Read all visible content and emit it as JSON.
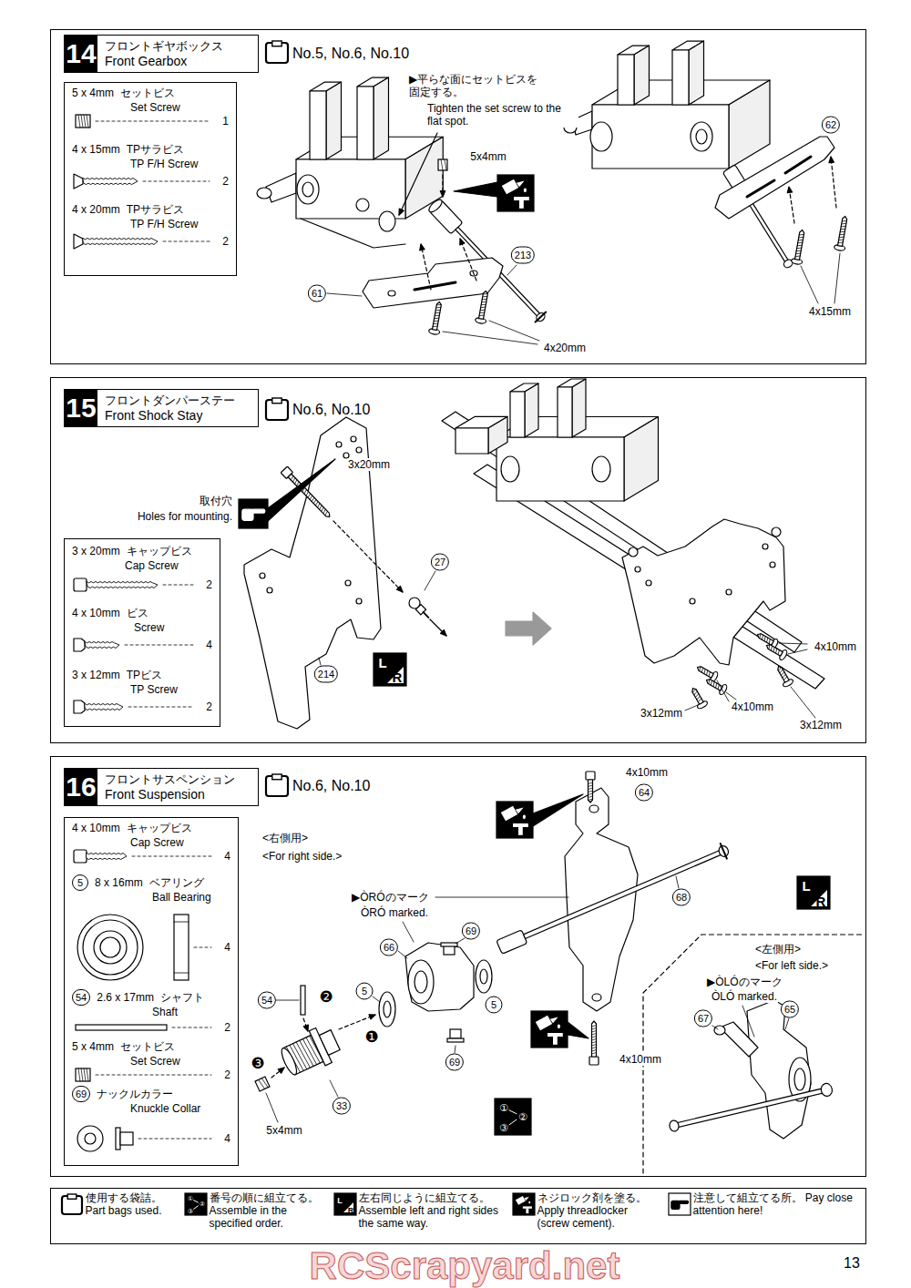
{
  "diagram": {
    "nodes": [
      {
        "text": [
          "No.5, No.6, No.10"
        ]
      },
      {
        "text": [
          "14",
          "フロントギヤボックス",
          "Front Gearbox"
        ],
        "in": 0
      },
      {
        "text": [
          "5 x 4mm",
          "セットビス",
          "Set Screw",
          "1",
          "4 x 15mm",
          "TPサラビス",
          "TP F/H Screw",
          "2",
          "4 x 20mm",
          "TPサラビス",
          "TP F/H Screw",
          "2"
        ],
        "in": 0
      },
      {
        "text": [
          "No.6, No.10"
        ]
      },
      {
        "text": [
          "15",
          "フロントダンパーステー",
          "Front Shock Stay"
        ],
        "in": 3
      },
      {
        "text": [
          "3 x 20mm",
          "キャップビス",
          "Cap Screw",
          "2",
          "4 x 10mm",
          "ビス",
          "Screw",
          "4",
          "3 x 12mm",
          "TPビス",
          "TP Screw",
          "2"
        ],
        "in": 3
      },
      {
        "text": [
          "No.6, No.10"
        ]
      },
      {
        "text": [
          "16",
          "フロントサスペンション",
          "Front Suspension"
        ],
        "in": 6
      },
      {
        "text": [
          "4 x 10mm",
          "キャップビス",
          "Cap Screw",
          "4",
          "5",
          "8 x 16mm",
          "ベアリング",
          "Ball Bearing",
          "4",
          "54",
          "2.6 x 17mm",
          "シャフト",
          "Shaft",
          "2",
          "5 x 4mm",
          "セットビス",
          "Set Screw",
          "2",
          "69",
          "ナックルカラー",
          "Knuckle Collar",
          "4"
        ],
        "in": 6
      }
    ],
    "labels": [
      "▶平らな面にセットビスを 固定する。",
      "Tighten the set screw to the flat spot.",
      "5x4mm",
      "213",
      "61",
      "4x20mm",
      "62",
      "4x15mm",
      "3x20mm",
      "取付穴",
      "Holes for mounting.",
      "27",
      "214",
      "L",
      "R",
      "4x10mm",
      "4x10mm",
      "3x12mm",
      "3x12mm",
      "4x10mm",
      "64",
      "<右側用>",
      "<For right side.>",
      "▶ÒRÓのマーク",
      "ÒRÓ marked.",
      "69",
      "68",
      "66",
      "5",
      "5",
      "54",
      "❷",
      "❶",
      "❸",
      "33",
      "69",
      "4x10mm",
      "5x4mm",
      "①",
      "②",
      "③",
      "L",
      "R",
      "<左側用>",
      "<For left side.>",
      "▶ÒLÓのマーク",
      "ÒLÓ marked.",
      "67",
      "65",
      "L",
      "R",
      "①",
      "②",
      "③",
      "13",
      "RCScrapyard.net"
    ],
    "legend": [
      {
        "text": "使用する袋詰。 Part bags used."
      },
      {
        "text": "番号の順に組立てる。 Assemble in the specified order."
      },
      {
        "text": "左右同じように組立てる。 Assemble left and right sides the same way."
      },
      {
        "text": "ネジロック剤を塗る。 Apply threadlocker (screw cement)."
      },
      {
        "text": "注意して組立てる所。 Pay close attention here!"
      }
    ]
  }
}
